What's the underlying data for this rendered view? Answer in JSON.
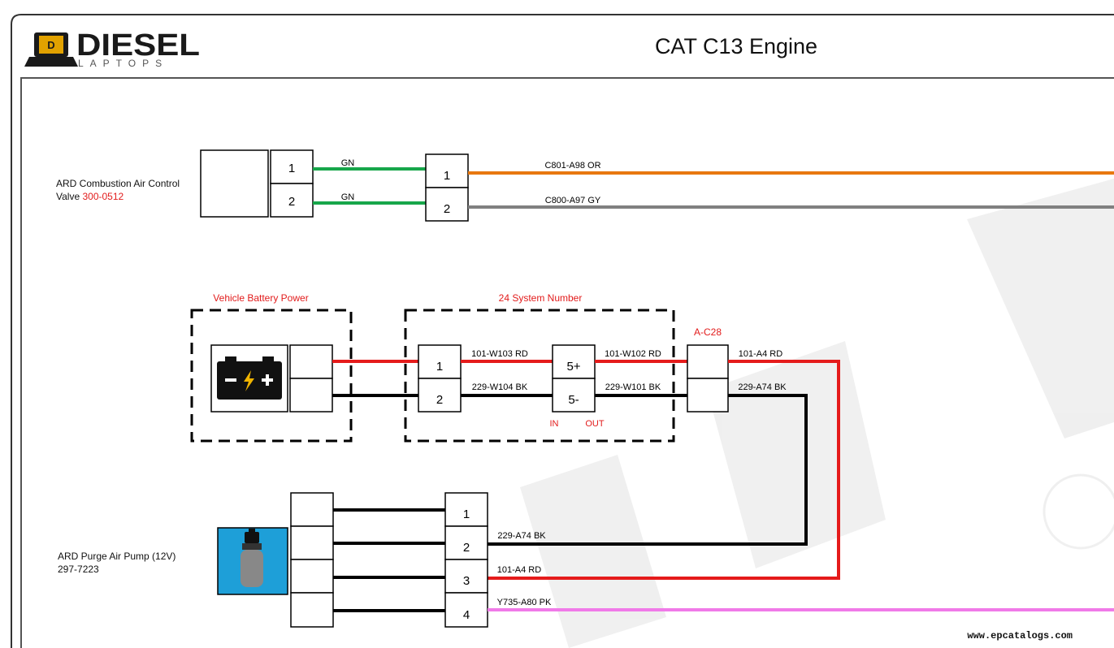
{
  "header": {
    "title": "CAT C13 Engine",
    "logo_word": "DIESEL",
    "logo_sub": "LAPTOPS",
    "logo_badge": "D"
  },
  "components": {
    "air_valve": {
      "label_line1": "ARD Combustion Air Control",
      "label_line2": "Valve",
      "part_number": "300-0512"
    },
    "battery": {
      "label": "Vehicle Battery Power"
    },
    "system_24": {
      "label": "24 System Number"
    },
    "connector_ac28": {
      "label": "A-C28"
    },
    "purge_pump": {
      "label_line1": "ARD Purge Air Pump (12V)",
      "label_line2": "297-7223"
    }
  },
  "pins": {
    "valve_a": [
      "1",
      "2"
    ],
    "valve_b": [
      "1",
      "2"
    ],
    "sys_a": [
      "1",
      "2"
    ],
    "sys_b": [
      "5+",
      "5-"
    ],
    "pump_b": [
      "1",
      "2",
      "3",
      "4"
    ]
  },
  "io": {
    "in": "IN",
    "out": "OUT"
  },
  "wires": {
    "gn1": "GN",
    "gn2": "GN",
    "c801": "C801-A98 OR",
    "c800": "C800-A97 GY",
    "w103": "101-W103 RD",
    "w104": "229-W104 BK",
    "w102": "101-W102 RD",
    "w101": "229-W101 BK",
    "a4": "101-A4 RD",
    "a74": "229-A74 BK",
    "a74_pump": "229-A74 BK",
    "a4_pump": "101-A4 RD",
    "a80": "Y735-A80 PK"
  },
  "colors": {
    "green": "#17a64a",
    "orange": "#e8780f",
    "gray": "#808080",
    "red": "#e51b1b",
    "black": "#000000",
    "pink": "#f07ae8",
    "label_red": "#e21b1b",
    "pump_bg": "#1e9fd8"
  },
  "watermark": "www.epcatalogs.com"
}
